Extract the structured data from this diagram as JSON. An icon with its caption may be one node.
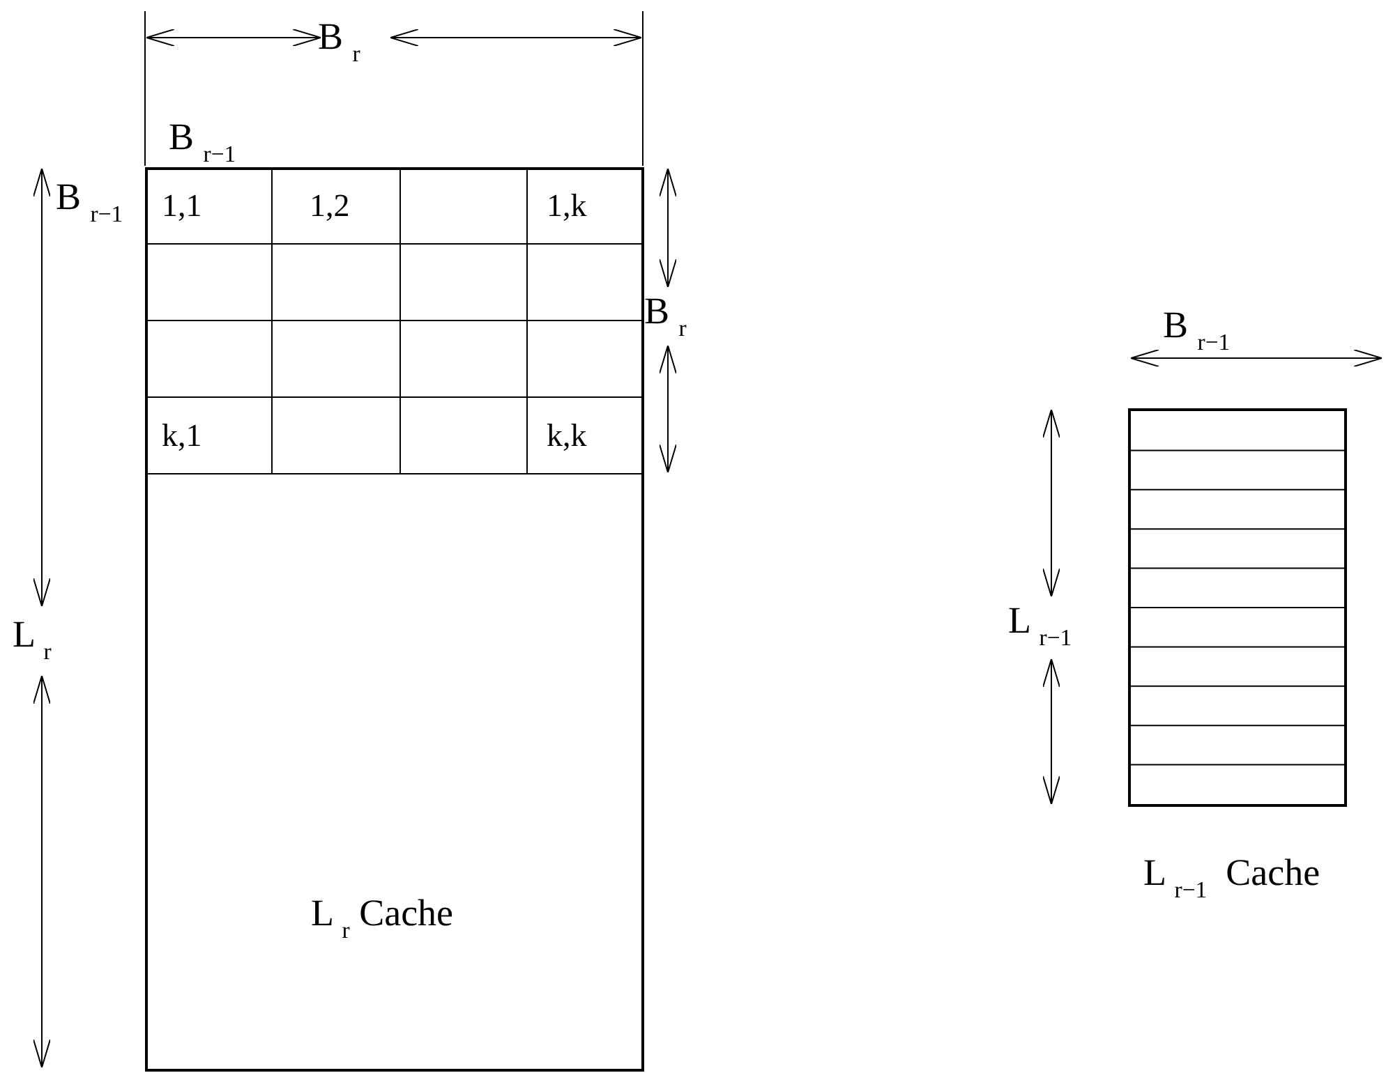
{
  "diagram": {
    "nodes": [
      {
        "text": [
          "L $_{r}$ Cache"
        ]
      },
      {
        "text": [],
        "shape": "box",
        "beside": [
          "L $_{r−1}$  Cache"
        ]
      }
    ],
    "labels": [
      "B $_{r}$",
      "B $_{r−1}$",
      "B $_{r−1}$",
      "1,1",
      "1,2",
      "1,k",
      "B $_{r}$",
      "B $_{r−1}$",
      "k,1",
      "k,k",
      "L $_{r}$",
      "L $_{r−1}$"
    ]
  }
}
